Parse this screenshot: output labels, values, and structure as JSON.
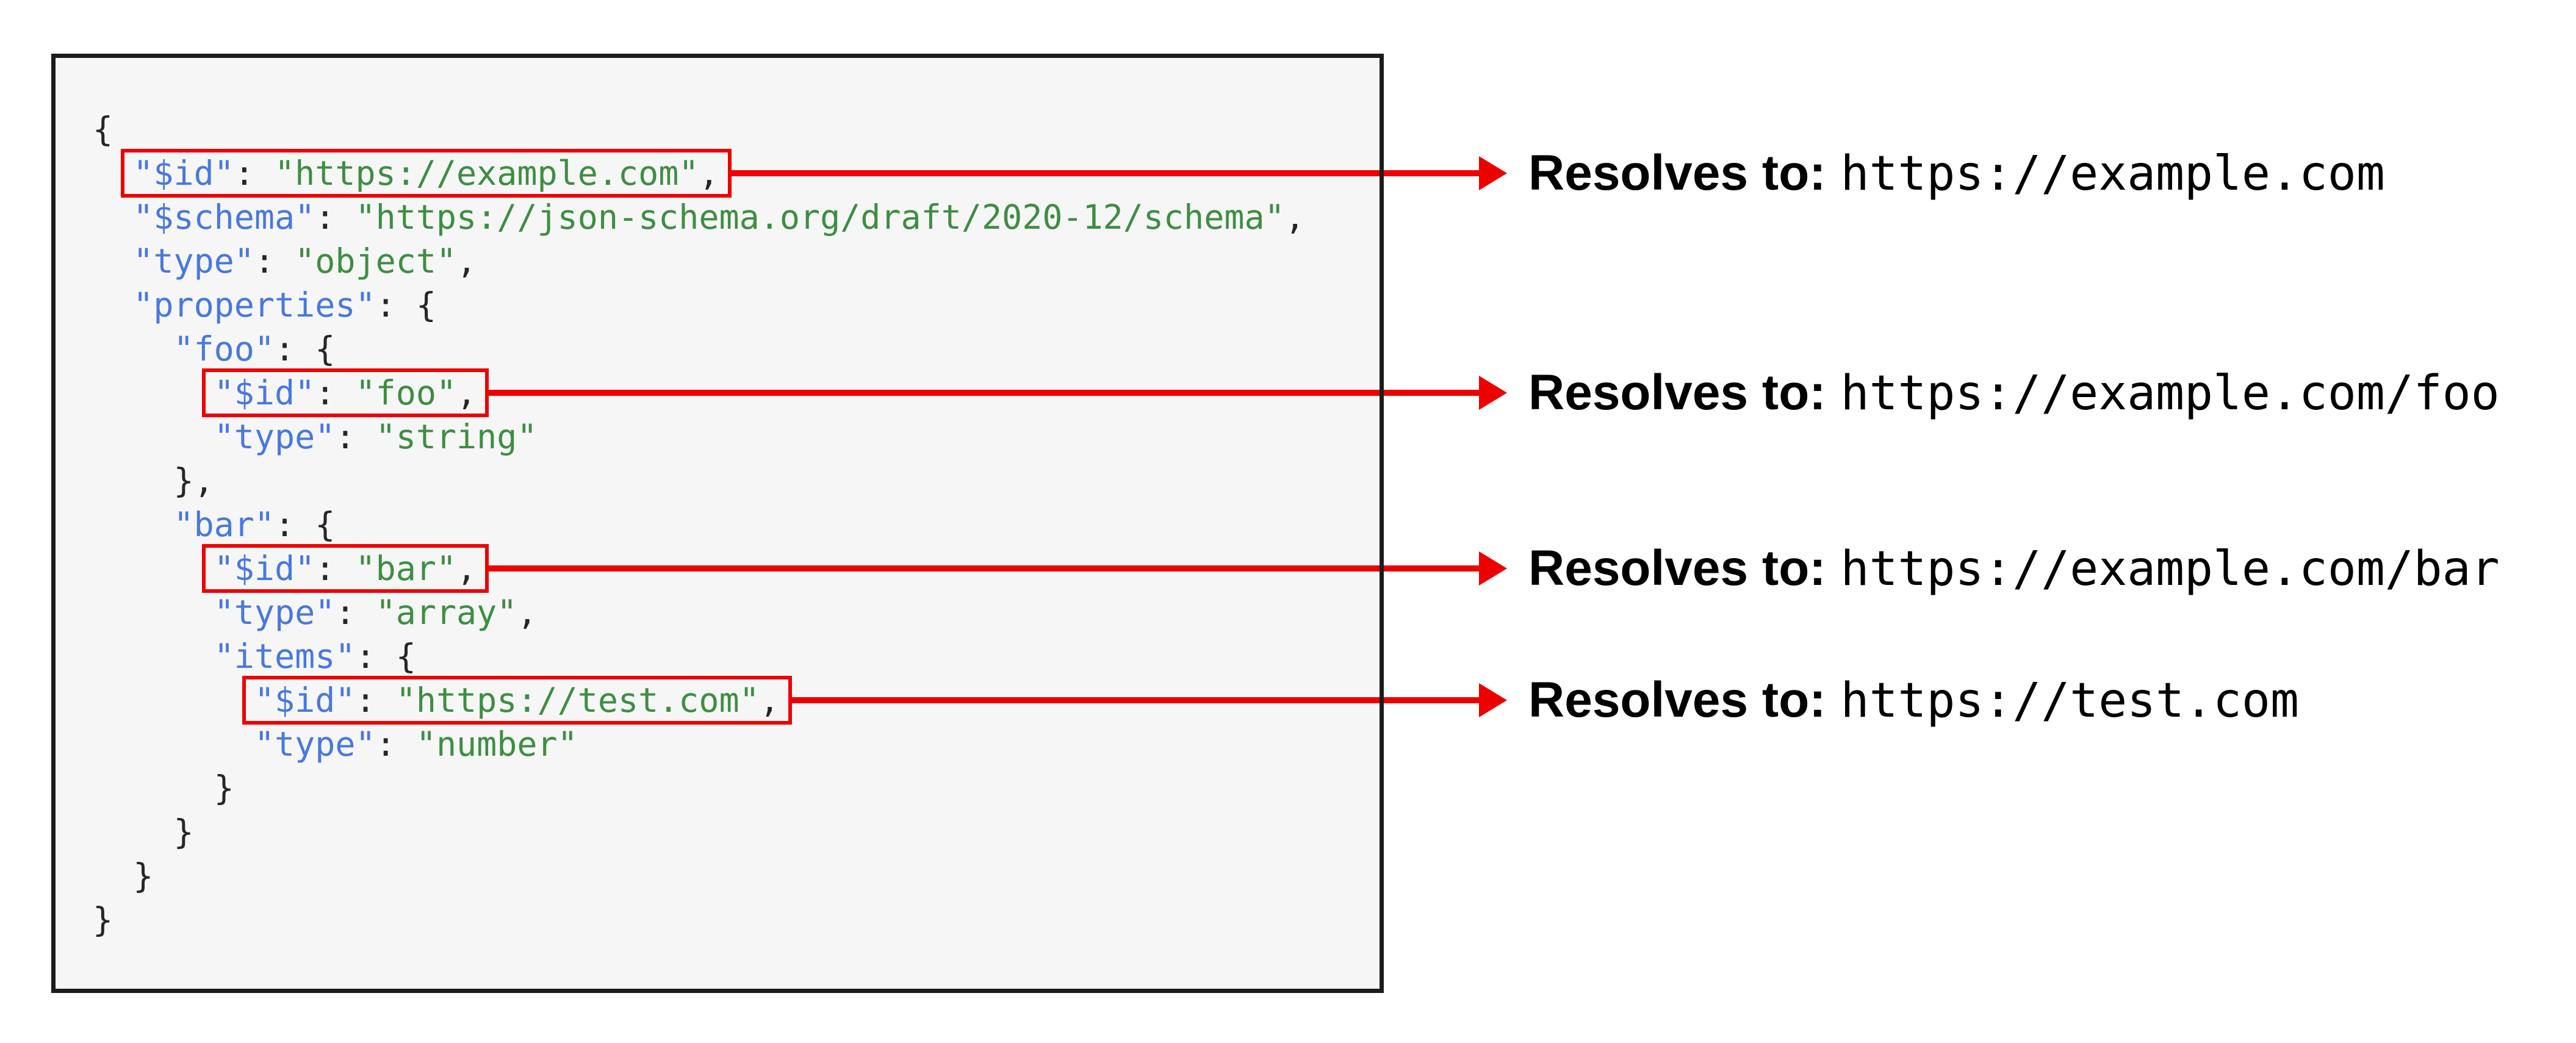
{
  "figure": {
    "description_colors": {
      "key": "#4878e0",
      "string": "#3d8e41",
      "punctuation": "#262626",
      "highlight_red": "#ee0000",
      "panel_background": "#f6f6f6",
      "panel_border": "#1c1c1c",
      "annotation_text": "#000000"
    }
  },
  "code_panel": {
    "lines": [
      {
        "tokens": [
          {
            "c": "pun",
            "t": "{"
          }
        ]
      },
      {
        "tokens": [
          {
            "c": "pun",
            "t": "  "
          },
          {
            "c": "key",
            "t": "\"$id\"",
            "box": "root-id"
          },
          {
            "c": "pun",
            "t": ": ",
            "box": "root-id"
          },
          {
            "c": "str",
            "t": "\"https://example.com\"",
            "box": "root-id"
          },
          {
            "c": "pun",
            "t": ",",
            "box": "root-id"
          }
        ]
      },
      {
        "tokens": [
          {
            "c": "pun",
            "t": "  "
          },
          {
            "c": "key",
            "t": "\"$schema\""
          },
          {
            "c": "pun",
            "t": ": "
          },
          {
            "c": "str",
            "t": "\"https://json-schema.org/draft/2020-12/schema\""
          },
          {
            "c": "pun",
            "t": ","
          }
        ]
      },
      {
        "tokens": [
          {
            "c": "pun",
            "t": "  "
          },
          {
            "c": "key",
            "t": "\"type\""
          },
          {
            "c": "pun",
            "t": ": "
          },
          {
            "c": "str",
            "t": "\"object\""
          },
          {
            "c": "pun",
            "t": ","
          }
        ]
      },
      {
        "tokens": [
          {
            "c": "pun",
            "t": "  "
          },
          {
            "c": "key",
            "t": "\"properties\""
          },
          {
            "c": "pun",
            "t": ": {"
          }
        ]
      },
      {
        "tokens": [
          {
            "c": "pun",
            "t": "    "
          },
          {
            "c": "key",
            "t": "\"foo\""
          },
          {
            "c": "pun",
            "t": ": {"
          }
        ]
      },
      {
        "tokens": [
          {
            "c": "pun",
            "t": "      "
          },
          {
            "c": "key",
            "t": "\"$id\"",
            "box": "foo-id"
          },
          {
            "c": "pun",
            "t": ": ",
            "box": "foo-id"
          },
          {
            "c": "str",
            "t": "\"foo\"",
            "box": "foo-id"
          },
          {
            "c": "pun",
            "t": ",",
            "box": "foo-id"
          }
        ]
      },
      {
        "tokens": [
          {
            "c": "pun",
            "t": "      "
          },
          {
            "c": "key",
            "t": "\"type\""
          },
          {
            "c": "pun",
            "t": ": "
          },
          {
            "c": "str",
            "t": "\"string\""
          }
        ]
      },
      {
        "tokens": [
          {
            "c": "pun",
            "t": "    },"
          }
        ]
      },
      {
        "tokens": [
          {
            "c": "pun",
            "t": "    "
          },
          {
            "c": "key",
            "t": "\"bar\""
          },
          {
            "c": "pun",
            "t": ": {"
          }
        ]
      },
      {
        "tokens": [
          {
            "c": "pun",
            "t": "      "
          },
          {
            "c": "key",
            "t": "\"$id\"",
            "box": "bar-id"
          },
          {
            "c": "pun",
            "t": ": ",
            "box": "bar-id"
          },
          {
            "c": "str",
            "t": "\"bar\"",
            "box": "bar-id"
          },
          {
            "c": "pun",
            "t": ",",
            "box": "bar-id"
          }
        ]
      },
      {
        "tokens": [
          {
            "c": "pun",
            "t": "      "
          },
          {
            "c": "key",
            "t": "\"type\""
          },
          {
            "c": "pun",
            "t": ": "
          },
          {
            "c": "str",
            "t": "\"array\""
          },
          {
            "c": "pun",
            "t": ","
          }
        ]
      },
      {
        "tokens": [
          {
            "c": "pun",
            "t": "      "
          },
          {
            "c": "key",
            "t": "\"items\""
          },
          {
            "c": "pun",
            "t": ": {"
          }
        ]
      },
      {
        "tokens": [
          {
            "c": "pun",
            "t": "        "
          },
          {
            "c": "key",
            "t": "\"$id\"",
            "box": "items-id"
          },
          {
            "c": "pun",
            "t": ": ",
            "box": "items-id"
          },
          {
            "c": "str",
            "t": "\"https://test.com\"",
            "box": "items-id"
          },
          {
            "c": "pun",
            "t": ",",
            "box": "items-id"
          }
        ]
      },
      {
        "tokens": [
          {
            "c": "pun",
            "t": "        "
          },
          {
            "c": "key",
            "t": "\"type\""
          },
          {
            "c": "pun",
            "t": ": "
          },
          {
            "c": "str",
            "t": "\"number\""
          }
        ]
      },
      {
        "tokens": [
          {
            "c": "pun",
            "t": "      }"
          }
        ]
      },
      {
        "tokens": [
          {
            "c": "pun",
            "t": "    }"
          }
        ]
      },
      {
        "tokens": [
          {
            "c": "pun",
            "t": "  }"
          }
        ]
      },
      {
        "tokens": [
          {
            "c": "pun",
            "t": "}"
          }
        ]
      }
    ]
  },
  "annotations": {
    "rows": [
      {
        "box": "root-id",
        "label": "Resolves to:",
        "value": "https://example.com"
      },
      {
        "box": "foo-id",
        "label": "Resolves to:",
        "value": "https://example.com/foo"
      },
      {
        "box": "bar-id",
        "label": "Resolves to:",
        "value": "https://example.com/bar"
      },
      {
        "box": "items-id",
        "label": "Resolves to:",
        "value": "https://test.com"
      }
    ]
  }
}
